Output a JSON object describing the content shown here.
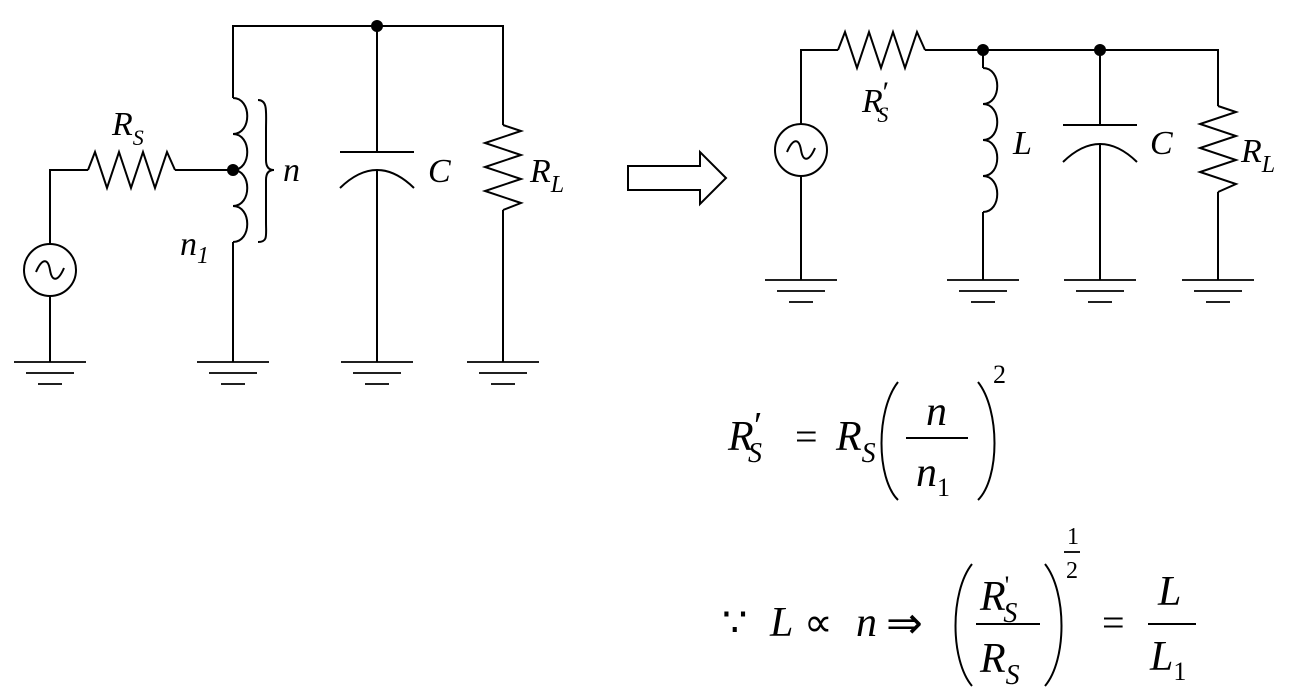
{
  "left_circuit": {
    "source_resistor": {
      "letter": "R",
      "sub": "S"
    },
    "tap_lower_turns": {
      "letter": "n",
      "sub": "1"
    },
    "total_turns": "n",
    "capacitor": "C",
    "load": {
      "letter": "R",
      "sub": "L"
    }
  },
  "right_circuit": {
    "source_resistor": {
      "letter": "R",
      "prime": "′",
      "sub": "S"
    },
    "inductor": "L",
    "capacitor": "C",
    "load": {
      "letter": "R",
      "sub": "L"
    }
  },
  "equation1": {
    "lhs_letter": "R",
    "lhs_prime": "′",
    "lhs_sub": "S",
    "equals": "=",
    "rhs_letter": "R",
    "rhs_sub": "S",
    "frac_num": "n",
    "frac_den": "n",
    "frac_den_sub": "1",
    "exponent": "2"
  },
  "equation2": {
    "because": "∵",
    "L": "L",
    "propto": "∝",
    "n": "n",
    "implies": "⇒",
    "num_letter": "R",
    "num_prime": "'",
    "num_sub": "S",
    "den_letter": "R",
    "den_sub": "S",
    "exp_num": "1",
    "exp_den": "2",
    "equals": "=",
    "rhs_num": "L",
    "rhs_den": "L",
    "rhs_den_sub": "1"
  }
}
